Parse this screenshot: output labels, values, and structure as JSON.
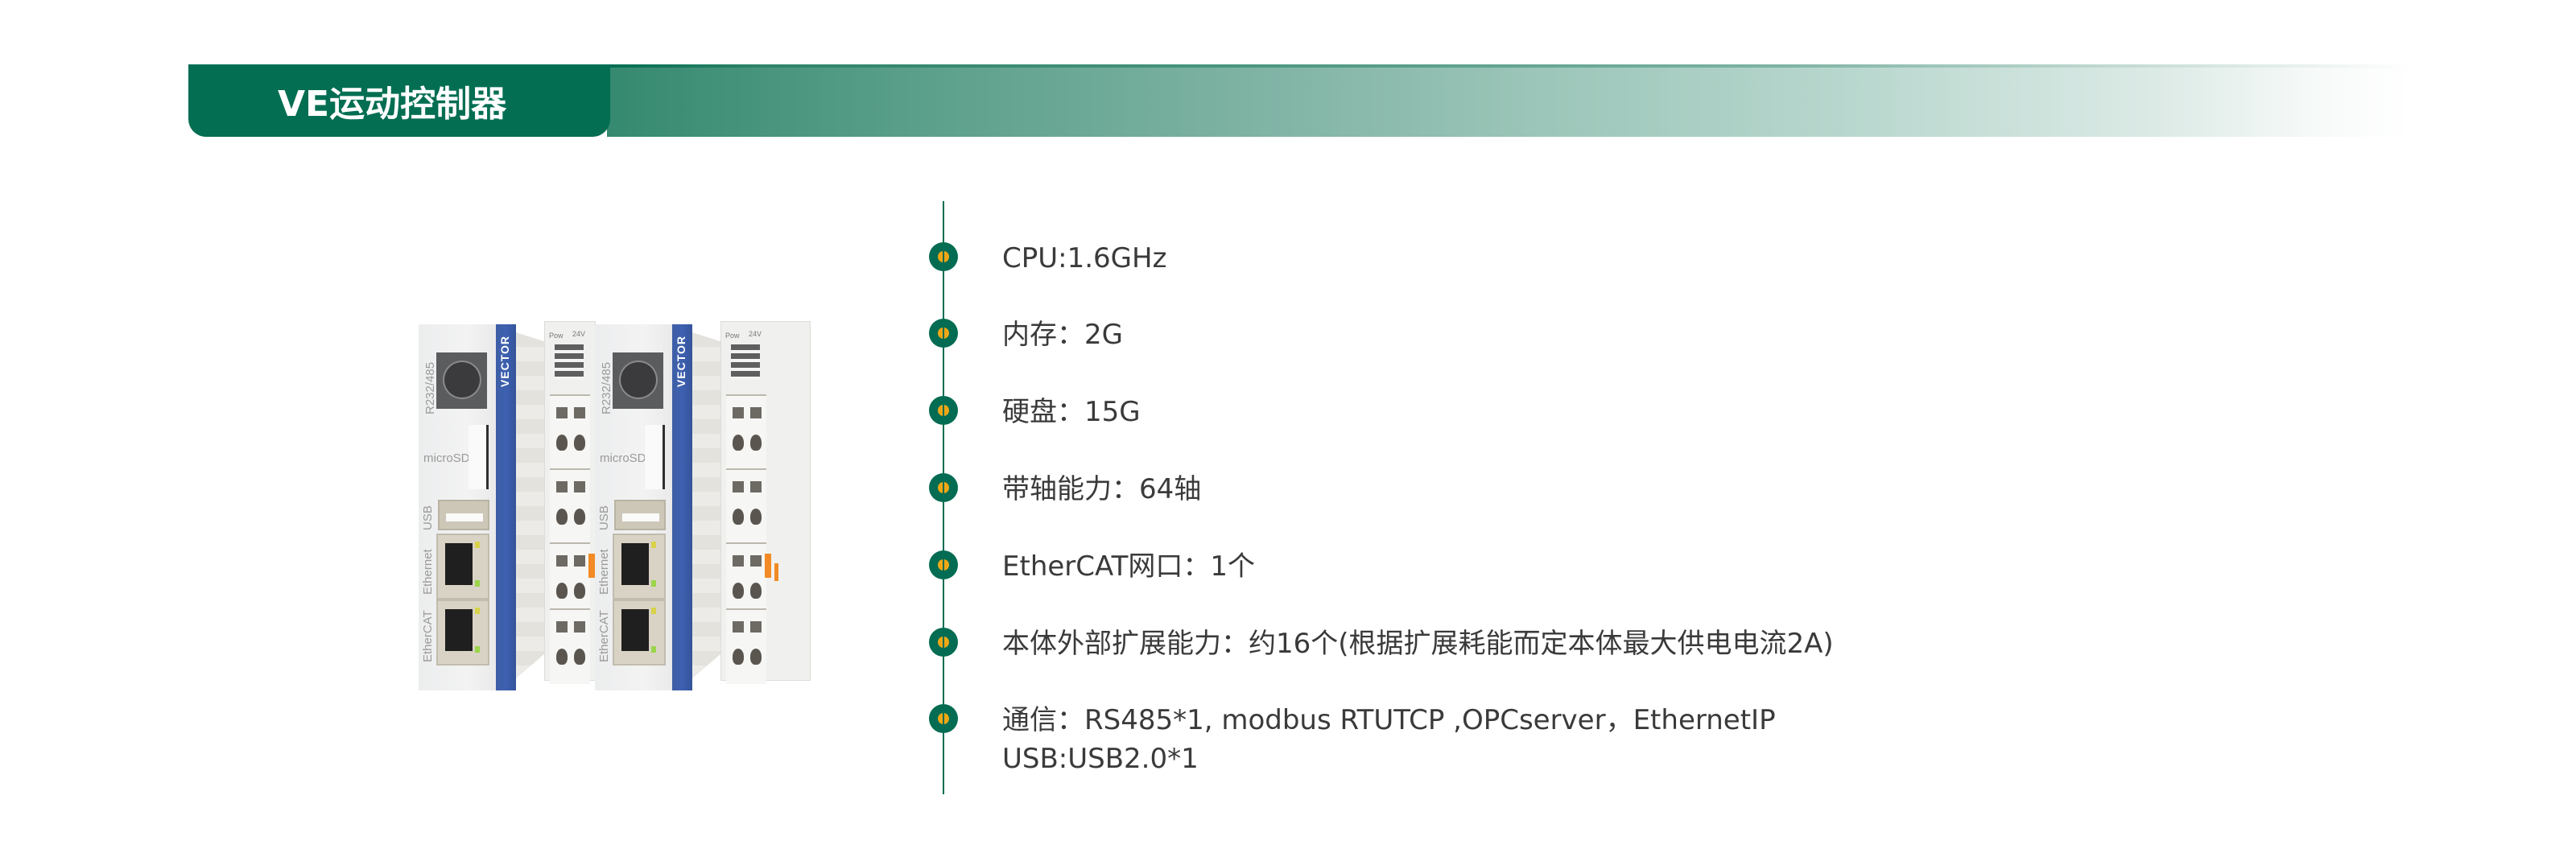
{
  "header": {
    "title": "VE运动控制器",
    "colors": {
      "tab": "#036e52",
      "gradient_start": "#35896f",
      "gradient_end": "#ffffff"
    }
  },
  "product_image": {
    "alt": "VE motion controller modules (two units)",
    "brand": "VECTOR",
    "labels": {
      "serial_port": "R232/485",
      "sd_card": "microSD",
      "usb": "USB",
      "ethernet": "Ethernet",
      "ethercat": "EtherCAT",
      "pow": "Pow",
      "voltage": "24V"
    },
    "colors": {
      "stripe": "#3d60b0",
      "housing": "#eeeeee",
      "latch": "#f28b25"
    }
  },
  "specs": {
    "colors": {
      "line": "#036c52",
      "dot_outer": "#036c52",
      "dot_inner": "#f0a716",
      "text": "#3a3a3a"
    },
    "items": [
      {
        "text": "CPU:1.6GHz"
      },
      {
        "text": "内存：2G"
      },
      {
        "text": "硬盘：15G"
      },
      {
        "text": "带轴能力：64轴"
      },
      {
        "text": "EtherCAT网口：1个"
      },
      {
        "text": "本体外部扩展能力：约16个(根据扩展耗能而定本体最大供电电流2A)"
      },
      {
        "text": "通信：RS485*1, modbus RTUTCP ,OPCserver，EthernetIP",
        "text2": "USB:USB2.0*1"
      }
    ]
  }
}
